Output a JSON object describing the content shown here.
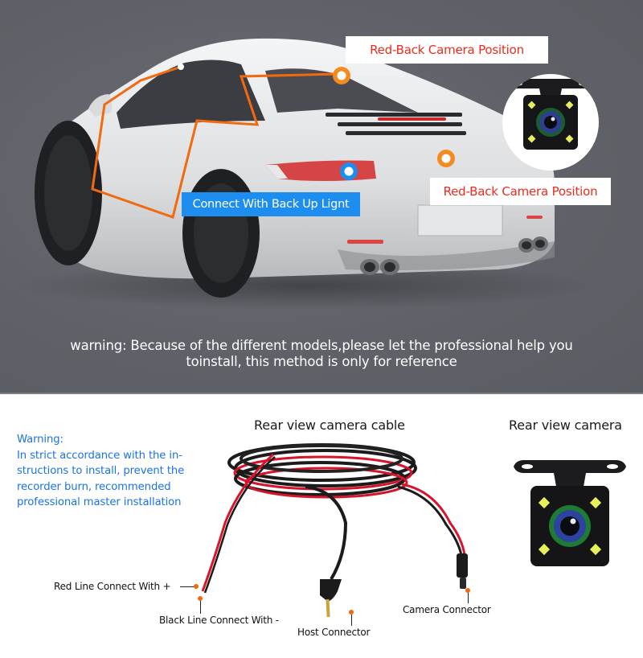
{
  "top_section": {
    "background_color": "#5f6268",
    "callouts": {
      "camera_position_top": "Red-Back Camera Position",
      "camera_position_bottom": "Red-Back Camera Position",
      "back_up_light": "Connect With Back Up Lignt"
    },
    "marker_colors": {
      "orange": "#f58a1f",
      "blue": "#1d8ef0",
      "wire_path": "#f26a10"
    },
    "warning_line1": "warning: Because of the different models,please let the professional help you",
    "warning_line2": "toinstall, this method is only for reference"
  },
  "bottom_section": {
    "warning": {
      "title": "Warning:",
      "lines": [
        "In strict accordance with the in-",
        "structions to install, prevent the",
        "recorder burn, recommended",
        "professional master installation"
      ],
      "color": "#1a73e8"
    },
    "headings": {
      "cable": "Rear view camera cable",
      "camera": "Rear view camera"
    },
    "labels": {
      "red_line": "Red Line Connect With +",
      "black_line": "Black Line Connect With -",
      "host_connector": "Host Connector",
      "camera_connector": "Camera Connector"
    }
  }
}
